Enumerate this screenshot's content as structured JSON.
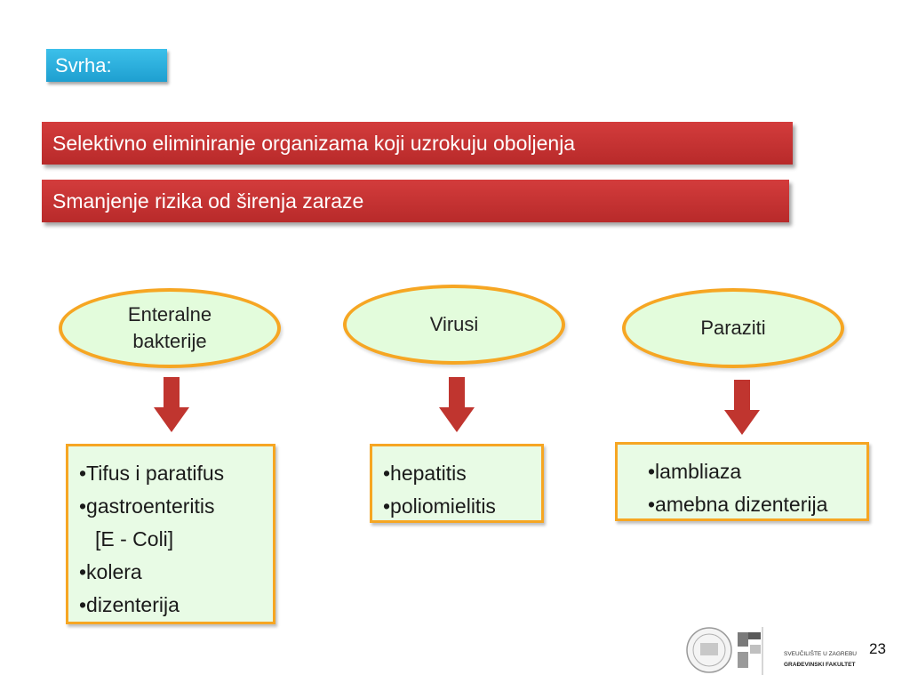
{
  "tag": {
    "label": "Svrha:"
  },
  "bars": [
    {
      "text": "Selektivno eliminiranje organizama koji uzrokuju oboljenja"
    },
    {
      "text": "Smanjenje rizika od širenja zaraze"
    }
  ],
  "categories": [
    {
      "title_line1": "Enteralne",
      "title_line2": "bakterije"
    },
    {
      "title": "Virusi"
    },
    {
      "title": "Paraziti"
    }
  ],
  "lists": {
    "bacteria": [
      "•Tifus i paratifus",
      "•gastroenteritis",
      "[E - Coli]",
      "•kolera",
      "•dizenterija"
    ],
    "viruses": [
      "•hepatitis",
      "•poliomielitis"
    ],
    "parasites": [
      "•lambliaza",
      "•amebna dizenterija"
    ]
  },
  "footer": {
    "logo_line1": "SVEUČILIŠTE U ZAGREBU",
    "logo_line2": "GRAĐEVINSKI FAKULTET",
    "page_number": "23"
  },
  "colors": {
    "tag": "#1e9fd0",
    "bar": "#c83232",
    "ellipse_fill": "#e3fcdc",
    "border": "#f6a623",
    "arrow": "#c0352f",
    "box_fill": "#e8fbe5"
  }
}
